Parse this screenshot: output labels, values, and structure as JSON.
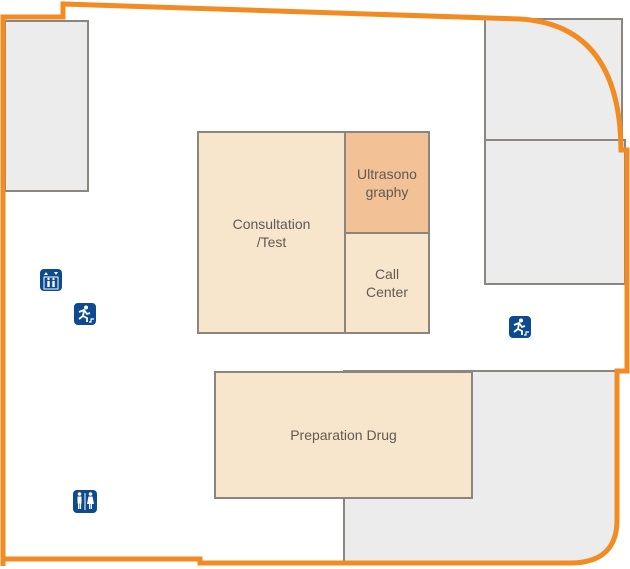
{
  "map": {
    "rooms": {
      "consultation": "Consultation\n/Test",
      "ultrasonography": "Ultrasono\ngraphy",
      "call_center": "Call\nCenter",
      "preparation_drug": "Preparation Drug"
    },
    "icons": [
      "elevator-icon",
      "emergency-exit-icon",
      "emergency-exit-icon",
      "restroom-icon"
    ],
    "colors": {
      "outline": "#f28b22",
      "room": "#f7e6cc",
      "highlight": "#f2c196",
      "service": "#ececec",
      "icon": "#0d4a8f"
    }
  }
}
